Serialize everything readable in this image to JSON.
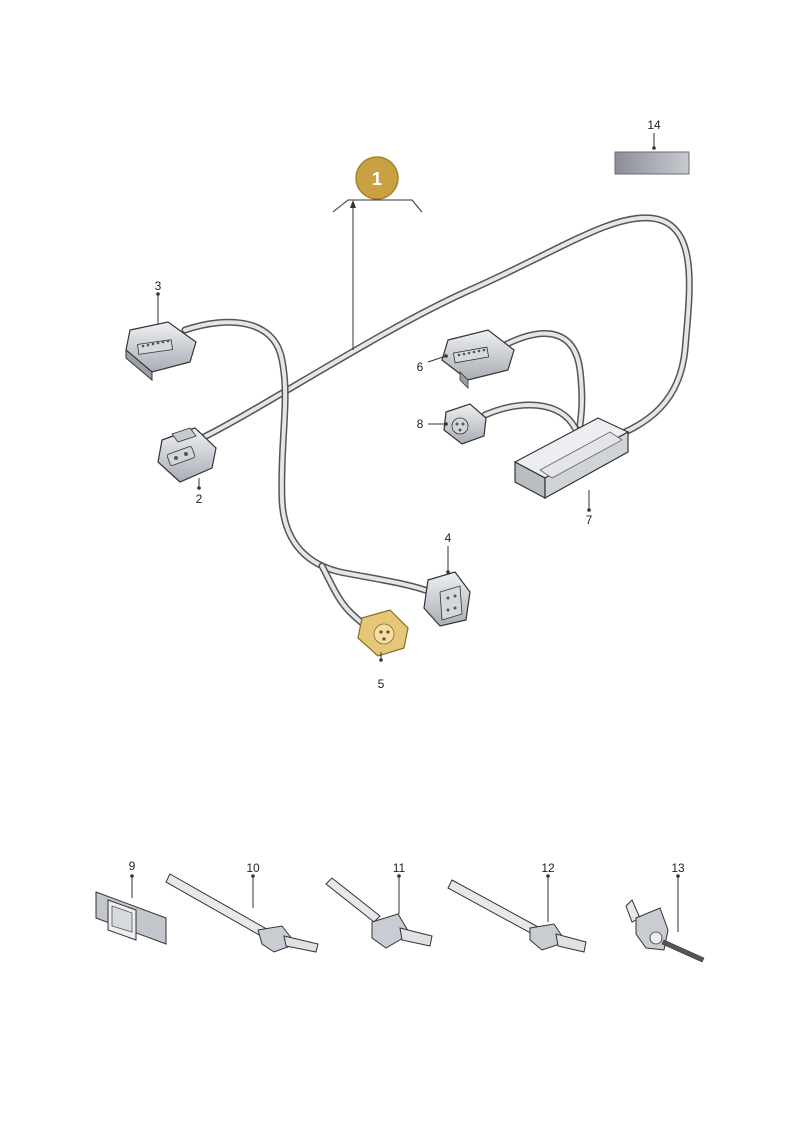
{
  "main_badge": {
    "label": "1",
    "color": "#c9a042"
  },
  "highlight_color": "#e6c77a",
  "callouts": {
    "p2": "2",
    "p3": "3",
    "p4": "4",
    "p5": "5",
    "p6": "6",
    "p7": "7",
    "p8": "8",
    "p9": "9",
    "p10": "10",
    "p11": "11",
    "p12": "12",
    "p13": "13",
    "p14": "14"
  },
  "parts": [
    {
      "id": "p2",
      "icon": "connector-2pin-icon"
    },
    {
      "id": "p3",
      "icon": "connector-multipin-icon"
    },
    {
      "id": "p4",
      "icon": "connector-4pin-icon"
    },
    {
      "id": "p5",
      "icon": "connector-round-icon",
      "highlighted": true
    },
    {
      "id": "p6",
      "icon": "connector-multipin-icon"
    },
    {
      "id": "p7",
      "icon": "control-module-icon"
    },
    {
      "id": "p8",
      "icon": "connector-round-icon"
    },
    {
      "id": "p9",
      "icon": "clip-icon"
    },
    {
      "id": "p10",
      "icon": "cable-tie-icon"
    },
    {
      "id": "p11",
      "icon": "cable-tie-icon"
    },
    {
      "id": "p12",
      "icon": "cable-tie-icon"
    },
    {
      "id": "p13",
      "icon": "cable-tie-icon"
    },
    {
      "id": "p14",
      "icon": "label-plate-icon"
    }
  ]
}
